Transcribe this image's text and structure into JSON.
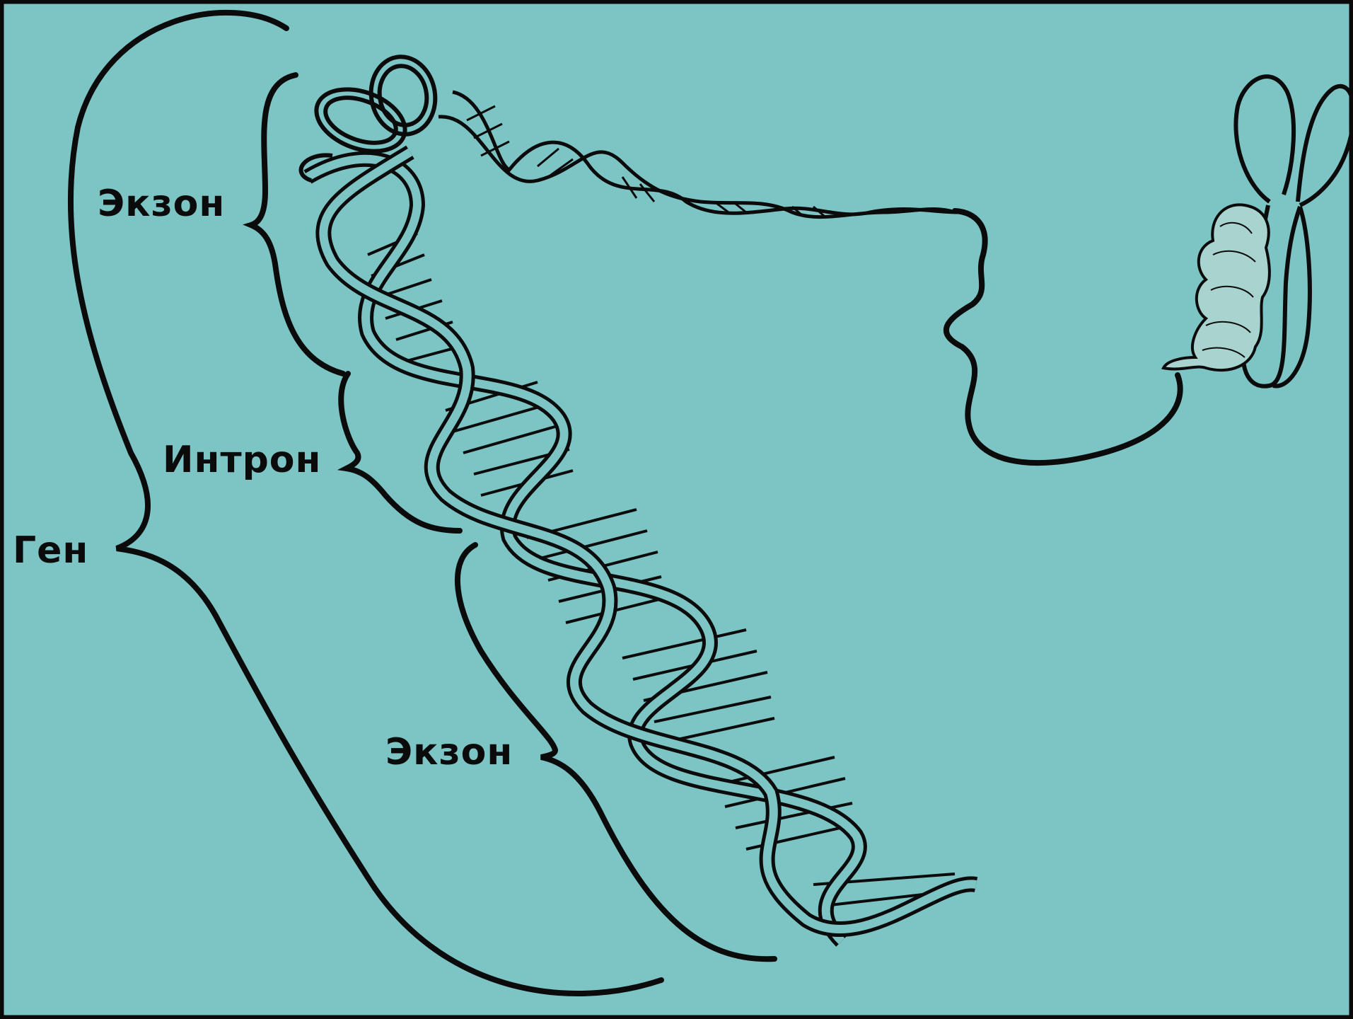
{
  "labels": {
    "exon_top": "Экзон",
    "intron": "Интрон",
    "gene": "Ген",
    "exon_bottom": "Экзон"
  },
  "colors": {
    "background": "#7dc4c5",
    "ink": "#0b0b0b",
    "frame": "#0a0a0a"
  },
  "icons": [
    "chromosome-icon",
    "dna-double-helix-icon"
  ]
}
